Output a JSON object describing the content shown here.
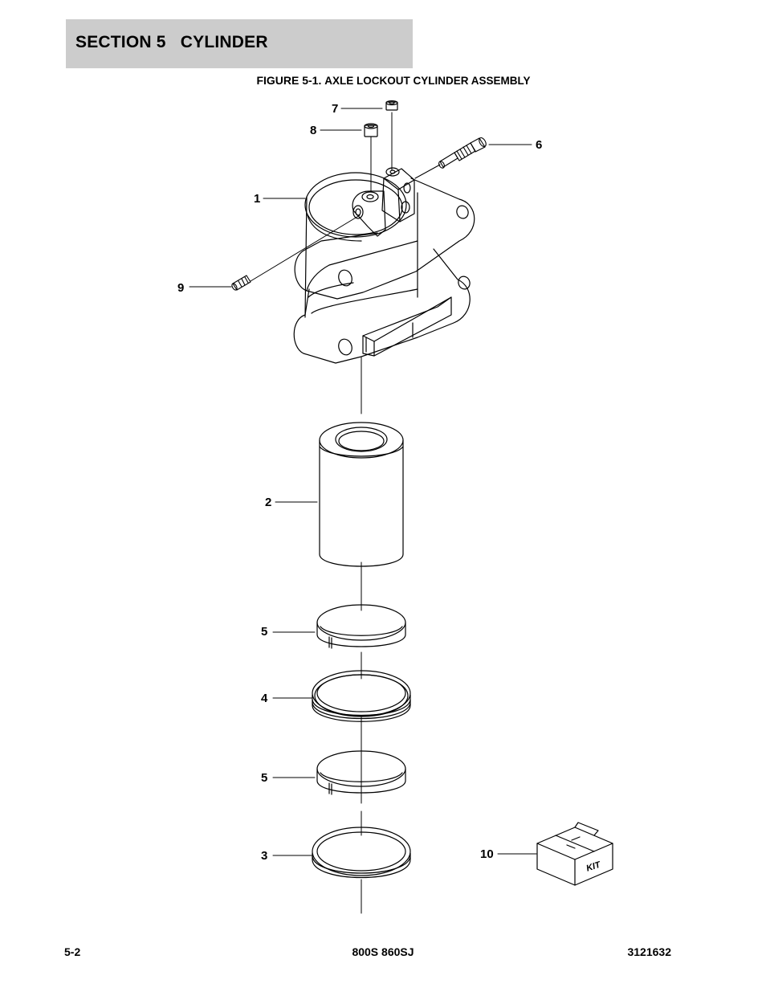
{
  "header": {
    "section_title": "SECTION 5   CYLINDER"
  },
  "figure": {
    "label": "FIGURE 5-1.",
    "title": "AXLE LOCKOUT CYLINDER ASSEMBLY",
    "kit_text": "KIT"
  },
  "callouts": [
    "7",
    "8",
    "6",
    "1",
    "9",
    "2",
    "5",
    "4",
    "5",
    "3",
    "10"
  ],
  "footer": {
    "page_number": "5-2",
    "model": "800S 860SJ",
    "document_number": "3121632"
  }
}
